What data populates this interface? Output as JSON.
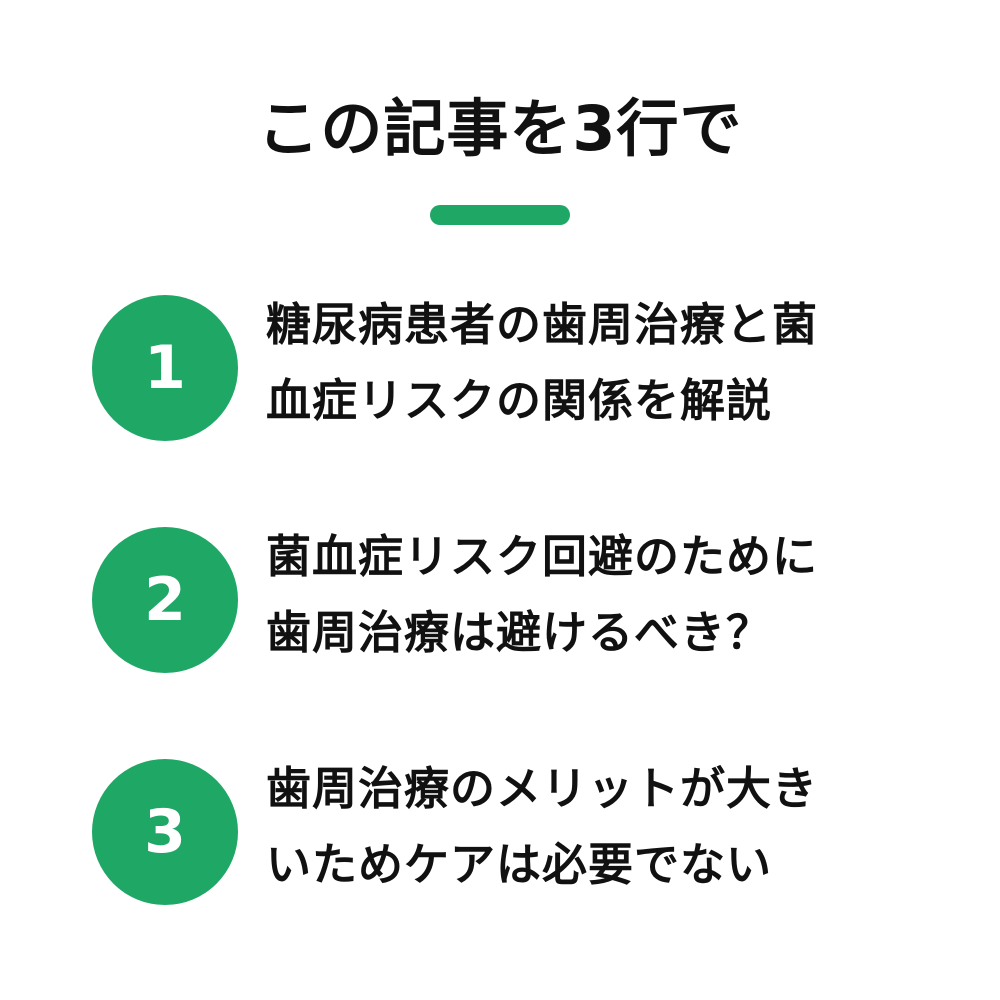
{
  "title": "この記事を3行で",
  "colors": {
    "accent": "#1fa865",
    "text": "#111111",
    "background": "#ffffff"
  },
  "items": [
    {
      "number": "1",
      "lines": [
        "糖尿病患者の歯周治療と菌",
        "血症リスクの関係を解説"
      ]
    },
    {
      "number": "2",
      "lines": [
        "菌血症リスク回避のために",
        "歯周治療は避けるべき？"
      ]
    },
    {
      "number": "3",
      "lines": [
        "歯周治療のメリットが大き",
        "いためケアは必要でない"
      ]
    }
  ]
}
